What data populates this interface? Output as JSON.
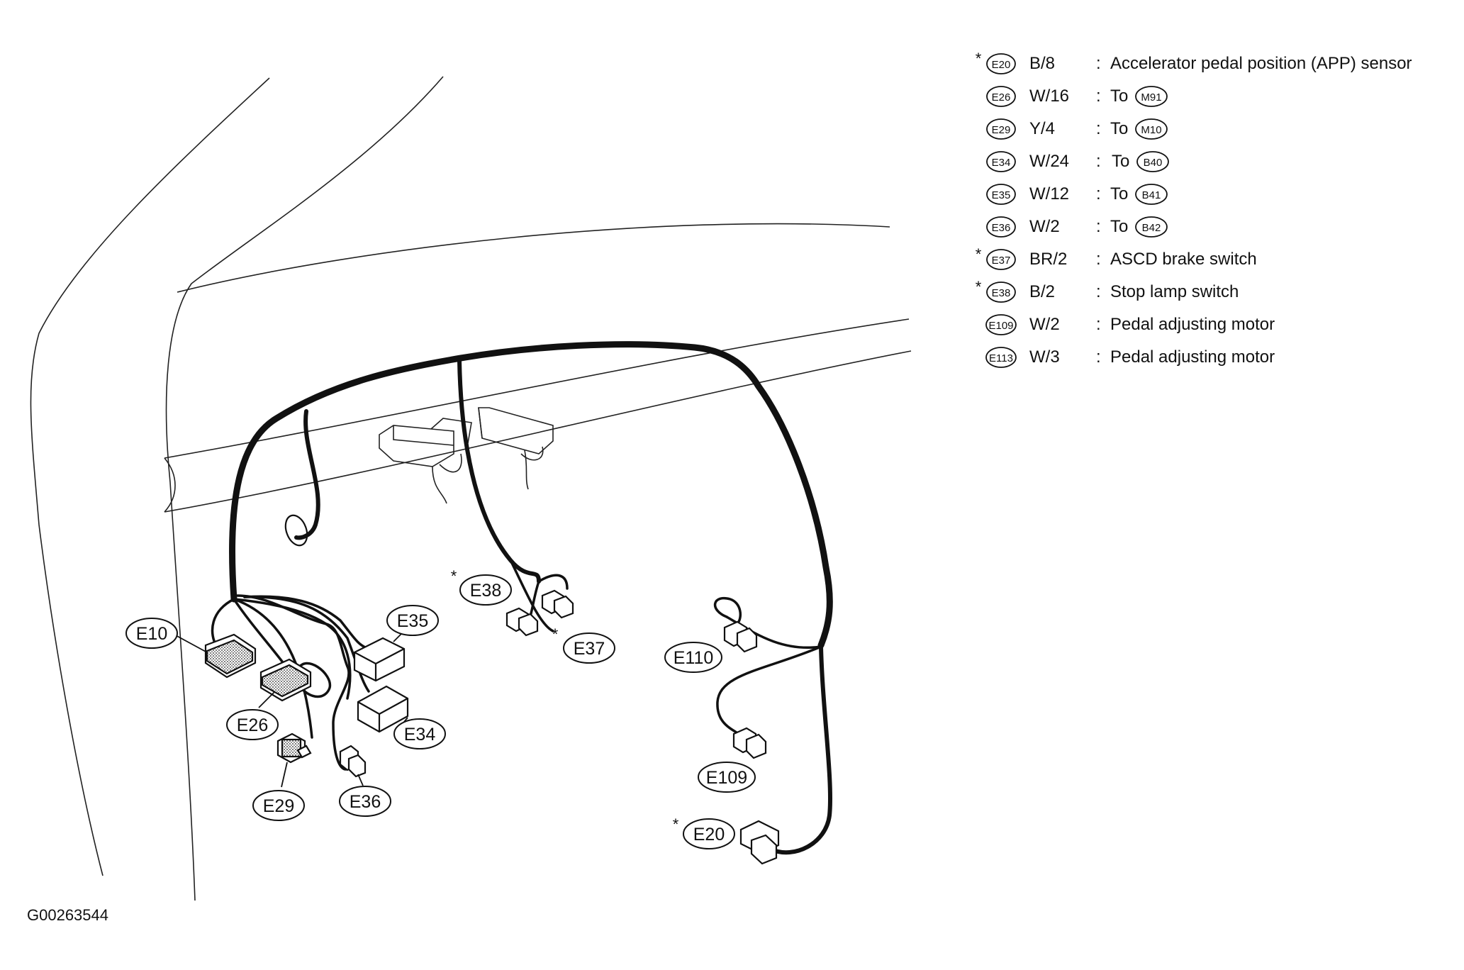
{
  "diagram_id": "G00263544",
  "connectors": [
    {
      "id": "E10"
    },
    {
      "id": "E26"
    },
    {
      "id": "E29"
    },
    {
      "id": "E34"
    },
    {
      "id": "E35"
    },
    {
      "id": "E36"
    },
    {
      "id": "E37",
      "marked": "*"
    },
    {
      "id": "E38",
      "marked": "*"
    },
    {
      "id": "E109"
    },
    {
      "id": "E110"
    },
    {
      "id": "E20",
      "marked": "*"
    }
  ],
  "legend": [
    {
      "star": "*",
      "code": "E20",
      "spec": "B/8",
      "colon": ":",
      "desc": "Accelerator pedal position (APP) sensor",
      "to": ""
    },
    {
      "star": "",
      "code": "E26",
      "spec": "W/16",
      "colon": ":",
      "desc": "To",
      "to": "M91"
    },
    {
      "star": "",
      "code": "E29",
      "spec": "Y/4",
      "colon": ":",
      "desc": "To",
      "to": "M10"
    },
    {
      "star": "",
      "code": "E34",
      "spec": "W/24",
      "colon": ":",
      "desc": "To",
      "to": "B40"
    },
    {
      "star": "",
      "code": "E35",
      "spec": "W/12",
      "colon": ":",
      "desc": "To",
      "to": "B41"
    },
    {
      "star": "",
      "code": "E36",
      "spec": "W/2",
      "colon": ":",
      "desc": "To",
      "to": "B42"
    },
    {
      "star": "*",
      "code": "E37",
      "spec": "BR/2",
      "colon": ":",
      "desc": "ASCD brake switch",
      "to": ""
    },
    {
      "star": "*",
      "code": "E38",
      "spec": "B/2",
      "colon": ":",
      "desc": "Stop lamp switch",
      "to": ""
    },
    {
      "star": "",
      "code": "E109",
      "spec": "W/2",
      "colon": ":",
      "desc": "Pedal adjusting motor",
      "to": ""
    },
    {
      "star": "",
      "code": "E113",
      "spec": "W/3",
      "colon": ":",
      "desc": "Pedal adjusting motor",
      "to": ""
    }
  ]
}
